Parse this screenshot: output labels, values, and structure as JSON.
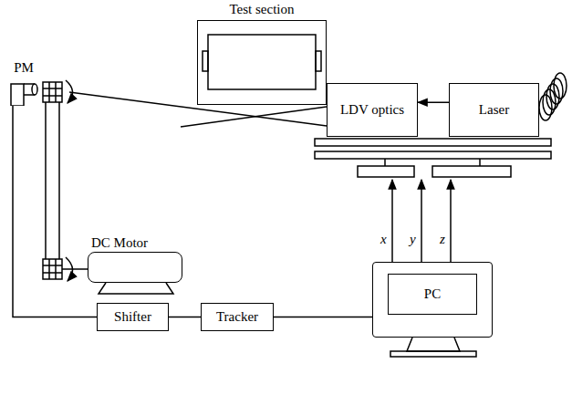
{
  "diagram": {
    "nodes": [
      {
        "text": [
          "Test section"
        ]
      },
      {
        "text": [
          "PM"
        ]
      },
      {
        "text": [
          "LDV optics"
        ]
      },
      {
        "text": [
          "Laser"
        ]
      },
      {
        "text": [
          "DC Motor"
        ]
      },
      {
        "text": [
          "Shifter"
        ]
      },
      {
        "text": [
          "Tracker"
        ]
      },
      {
        "text": [
          "PC"
        ]
      }
    ],
    "edges": [
      {
        "from": 3,
        "to": 2,
        "arrow": "to"
      },
      {
        "from": 1,
        "to": 5,
        "arrow": "none"
      },
      {
        "from": 5,
        "to": 6,
        "arrow": "none"
      },
      {
        "from": 6,
        "to": 7,
        "arrow": "none"
      }
    ],
    "labels": [
      "x",
      "y",
      "z"
    ]
  }
}
